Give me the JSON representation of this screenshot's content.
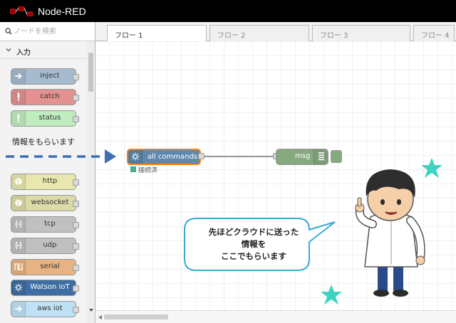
{
  "header": {
    "title": "Node-RED",
    "logo_icon": "node-red-logo-icon"
  },
  "palette": {
    "search_placeholder": "ノードを検索",
    "category": "入力",
    "nodes_top": [
      {
        "label": "inject",
        "color": "#a6bbcf",
        "icon": "arrow-right-icon"
      },
      {
        "label": "catch",
        "color": "#e49191",
        "icon": "exclamation-icon"
      },
      {
        "label": "status",
        "color": "#c0edc0",
        "icon": "exclamation-icon"
      }
    ],
    "note": "情報をもらいます",
    "nodes_bottom": [
      {
        "label": "http",
        "color": "#e7e7ae",
        "icon": "globe-icon"
      },
      {
        "label": "websocket",
        "color": "#dbdba8",
        "icon": "globe-icon"
      },
      {
        "label": "tcp",
        "color": "#c0c0c0",
        "icon": "bridge-icon"
      },
      {
        "label": "udp",
        "color": "#c0c0c0",
        "icon": "bridge-icon"
      },
      {
        "label": "serial",
        "color": "#e8b383",
        "icon": "serial-icon"
      },
      {
        "label": "Watson IoT",
        "color": "#3f6fa2",
        "icon": "watson-iot-icon"
      },
      {
        "label": "aws iot",
        "color": "#bfe1f5",
        "icon": "arrow-right-icon"
      }
    ]
  },
  "tabs": [
    {
      "label": "フロー 1",
      "active": true
    },
    {
      "label": "フロー 2",
      "active": false
    },
    {
      "label": "フロー 3",
      "active": false
    },
    {
      "label": "フロー 4",
      "active": false
    }
  ],
  "flow": {
    "source_node": {
      "label": "all commands",
      "color": "#5f88ae",
      "status": "接続済",
      "status_color": "#5cb85c"
    },
    "debug_node": {
      "label": "msg",
      "color": "#87a980"
    }
  },
  "callout": {
    "lines": [
      "先ほどクラウドに送った",
      "情報を",
      "ここでもらいます"
    ]
  },
  "colors": {
    "arrow": "#3f6fb0",
    "star": "#3fd3c3",
    "bubble_border": "#3aa9cf"
  }
}
